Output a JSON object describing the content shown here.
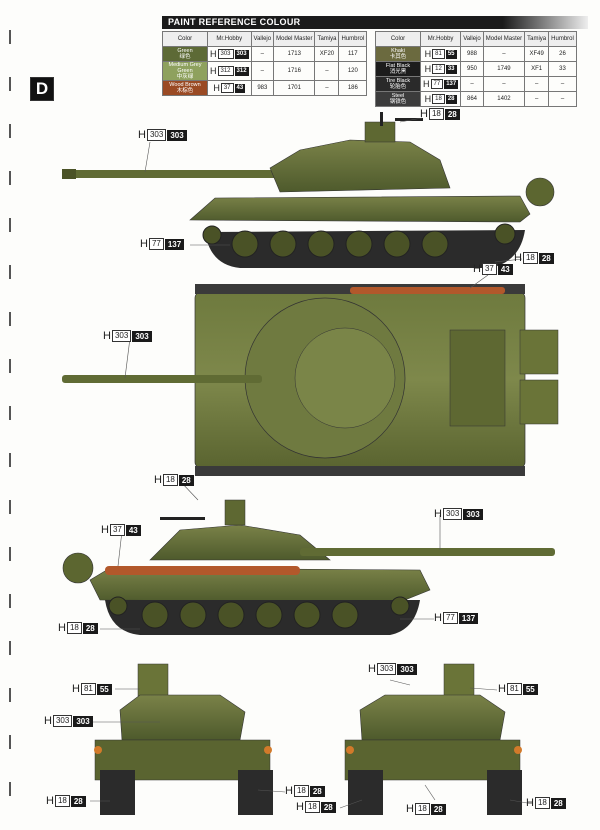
{
  "page_letter": "D",
  "table": {
    "title": "PAINT REFERENCE COLOUR",
    "headers": [
      "Color",
      "Mr.Hobby",
      "Vallejo",
      "Model Master",
      "Tamiya",
      "Humbrol"
    ],
    "left_rows": [
      {
        "color": "Green",
        "cn": "绿色",
        "swatch": "#5d6a36",
        "code1": "303",
        "code2": "303",
        "vallejo": "–",
        "model_master": "1713",
        "tamiya": "XF20",
        "humbrol": "117"
      },
      {
        "color": "Medium Grey Green",
        "cn": "中灰绿",
        "swatch": "#8ea15e",
        "code1": "312",
        "code2": "312",
        "vallejo": "–",
        "model_master": "1716",
        "tamiya": "–",
        "humbrol": "120"
      },
      {
        "color": "Wood Brown",
        "cn": "木棕色",
        "swatch": "#9a4a24",
        "code1": "37",
        "code2": "43",
        "vallejo": "983",
        "model_master": "1701",
        "tamiya": "–",
        "humbrol": "186"
      }
    ],
    "right_rows": [
      {
        "color": "Khaki",
        "cn": "卡其色",
        "swatch": "#6b6a3f",
        "code1": "81",
        "code2": "55",
        "vallejo": "988",
        "model_master": "–",
        "tamiya": "XF49",
        "humbrol": "26"
      },
      {
        "color": "Flat Black",
        "cn": "消光黑",
        "swatch": "#1c1c1c",
        "code1": "12",
        "code2": "33",
        "vallejo": "950",
        "model_master": "1749",
        "tamiya": "XF1",
        "humbrol": "33"
      },
      {
        "color": "Tire Black",
        "cn": "轮胎色",
        "swatch": "#2a2a2a",
        "code1": "77",
        "code2": "137",
        "vallejo": "–",
        "model_master": "–",
        "tamiya": "–",
        "humbrol": "–"
      },
      {
        "color": "Steel",
        "cn": "钢铁色",
        "swatch": "#3c3c3c",
        "code1": "18",
        "code2": "28",
        "vallejo": "864",
        "model_master": "1402",
        "tamiya": "–",
        "humbrol": "–"
      }
    ]
  },
  "callouts": {
    "side1_gun": {
      "h": "H",
      "a": "303",
      "b": "303"
    },
    "side1_mg": {
      "h": "H",
      "a": "18",
      "b": "28"
    },
    "side1_wheels": {
      "h": "H",
      "a": "77",
      "b": "137"
    },
    "side1_tracks": {
      "h": "H",
      "a": "18",
      "b": "28"
    },
    "top_logs": {
      "h": "H",
      "a": "37",
      "b": "43"
    },
    "top_gun": {
      "h": "H",
      "a": "303",
      "b": "303"
    },
    "side2_mg": {
      "h": "H",
      "a": "18",
      "b": "28"
    },
    "side2_log": {
      "h": "H",
      "a": "37",
      "b": "43"
    },
    "side2_gun": {
      "h": "H",
      "a": "303",
      "b": "303"
    },
    "side2_tracks": {
      "h": "H",
      "a": "18",
      "b": "28"
    },
    "side2_wheels": {
      "h": "H",
      "a": "77",
      "b": "137"
    },
    "front_box": {
      "h": "H",
      "a": "81",
      "b": "55"
    },
    "front_hull": {
      "h": "H",
      "a": "303",
      "b": "303"
    },
    "front_track": {
      "h": "H",
      "a": "18",
      "b": "28"
    },
    "front_track_r": {
      "h": "H",
      "a": "18",
      "b": "28"
    },
    "rear_top": {
      "h": "H",
      "a": "303",
      "b": "303"
    },
    "rear_box": {
      "h": "H",
      "a": "81",
      "b": "55"
    },
    "rear_track_l": {
      "h": "H",
      "a": "18",
      "b": "28"
    },
    "rear_track_c": {
      "h": "H",
      "a": "18",
      "b": "28"
    },
    "rear_track_r": {
      "h": "H",
      "a": "18",
      "b": "28"
    }
  }
}
